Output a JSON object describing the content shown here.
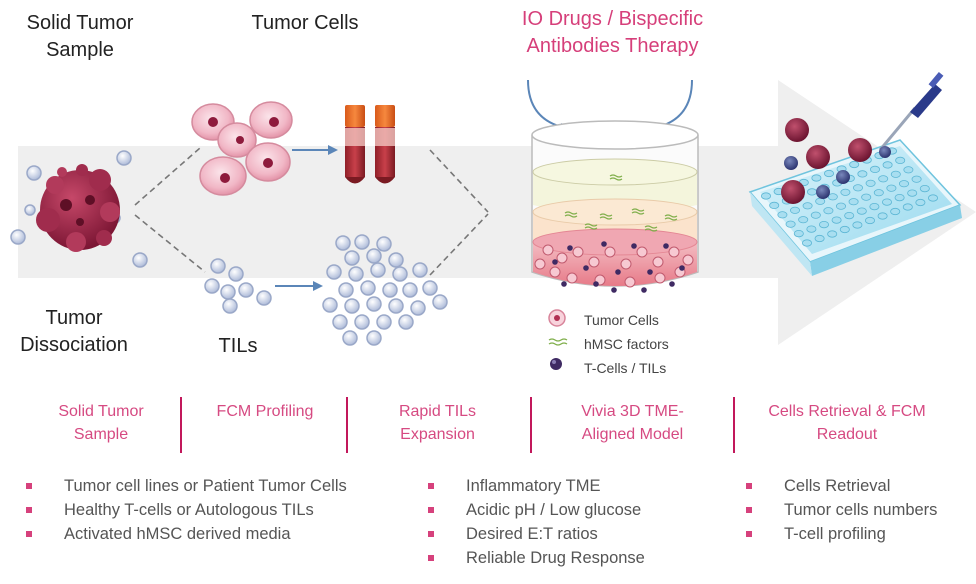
{
  "labels": {
    "solid_tumor_sample": "Solid Tumor Sample",
    "tumor_cells": "Tumor Cells",
    "tumor_dissociation": "Tumor Dissociation",
    "tils": "TILs",
    "therapy": "IO Drugs / Bispecific Antibodies Therapy"
  },
  "legend": {
    "tumor_cells": "Tumor Cells",
    "hmsc_factors": "hMSC factors",
    "t_cells": "T-Cells / TILs"
  },
  "stages": [
    "Solid Tumor Sample",
    "FCM Profiling",
    "Rapid TILs Expansion",
    "Vivia 3D TME-Aligned Model",
    "Cells Retrieval & FCM Readout"
  ],
  "bullets_left": [
    "Tumor cell lines or Patient Tumor Cells",
    "Healthy T-cells or Autologous TILs",
    "Activated hMSC derived media"
  ],
  "bullets_middle": [
    "Inflammatory TME",
    "Acidic pH / Low glucose",
    "Desired E:T ratios",
    "Reliable Drug Response"
  ],
  "bullets_right": [
    "Cells Retrieval",
    "Tumor cells numbers",
    "T-cell profiling"
  ],
  "colors": {
    "accent_pink": "#d63f7a",
    "tumor_maroon": "#8e1a3c",
    "tcell_purple": "#3f2a63",
    "til_blue": "#c9d3ea",
    "arrow_gray": "#efefef"
  }
}
